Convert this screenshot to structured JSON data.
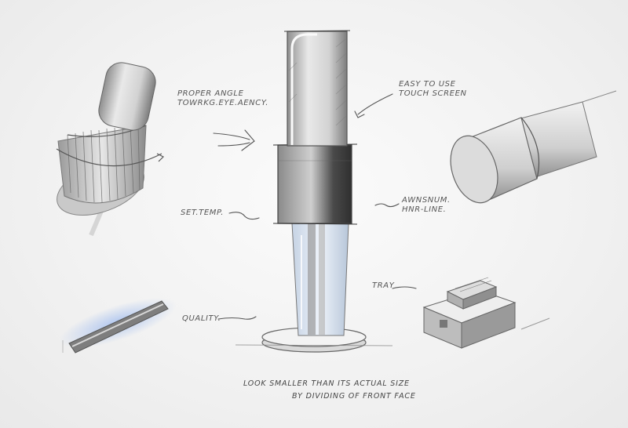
{
  "annotations": {
    "proper_angle": [
      "PROPER ANGLE",
      "TOWRKG.EYE.AENCY."
    ],
    "easy_touch": [
      "EASY TO USE",
      "TOUCH SCREEN"
    ],
    "set_temp": "SET.TEMP.",
    "awnsnum": [
      "AWNSNUM.",
      "HNR-LINE."
    ],
    "tray": "TRAY",
    "quality": "QUALITY."
  },
  "caption": {
    "line1": "LOOK SMALLER THAN ITS ACTUAL SIZE",
    "line2": "BY DIVIDING OF FRONT FACE"
  },
  "colors": {
    "ink": "#555555",
    "body_dark": "#3a3a3a",
    "glow": "#9bb7e8"
  }
}
